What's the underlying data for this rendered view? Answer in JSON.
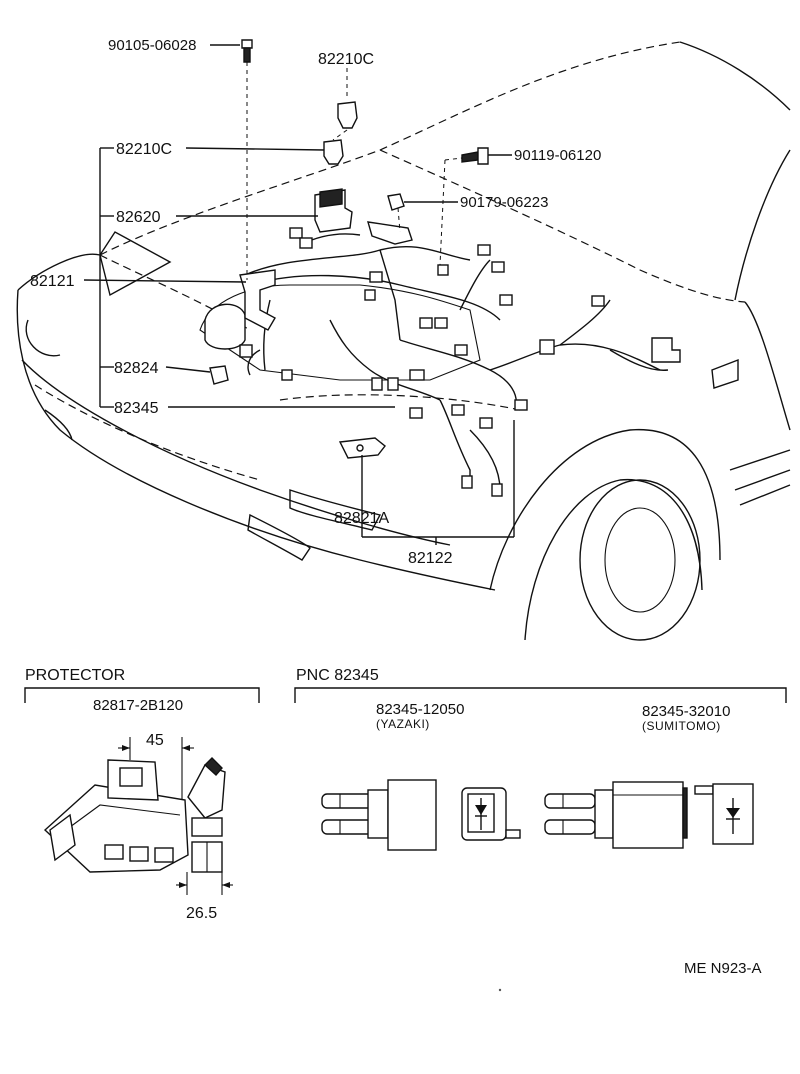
{
  "callouts": {
    "bolt_top": "90105-06028",
    "sensor_top": "82210C",
    "sensor_left": "82210C",
    "bolt_right": "90119-06120",
    "clip_right": "90179-06223",
    "relay_block": "82620",
    "harness_main": "82121",
    "protector_small": "82824",
    "relay_pnc": "82345",
    "bracket": "82821A",
    "harness_sub": "82122"
  },
  "protector": {
    "title": "PROTECTOR",
    "part_no": "82817-2B120",
    "dim_width": "45",
    "dim_depth": "26.5"
  },
  "pnc": {
    "title": "PNC  82345",
    "yazaki_no": "82345-12050",
    "yazaki_maker": "(YAZAKI)",
    "sumitomo_no": "82345-32010",
    "sumitomo_maker": "(SUMITOMO)"
  },
  "drawing_code": "ME  N923-A"
}
